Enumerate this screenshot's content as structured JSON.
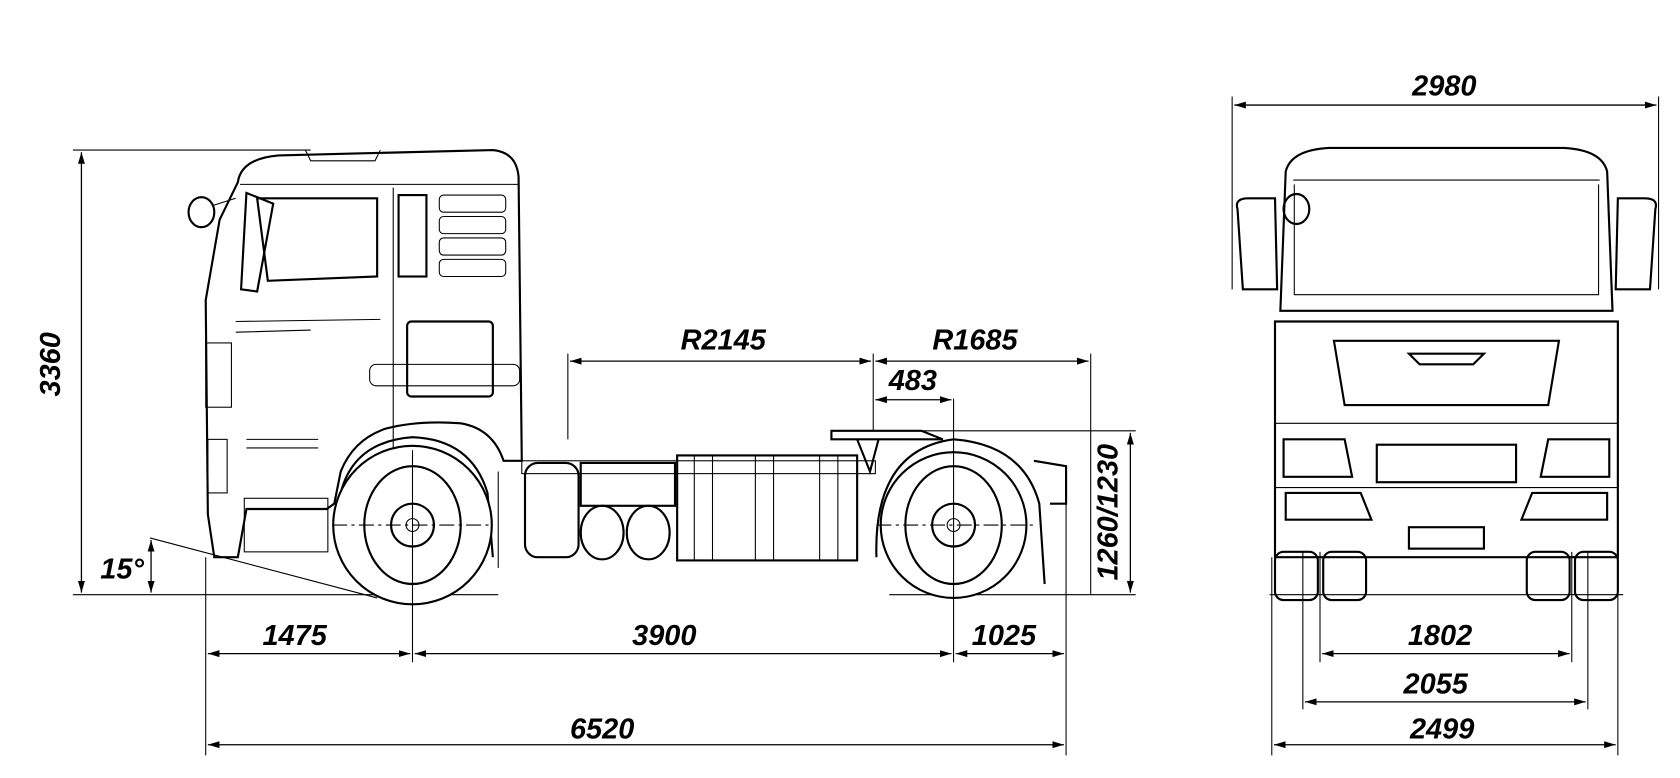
{
  "side_view": {
    "overall_height": "3360",
    "approach_angle": "15°",
    "front_overhang": "1475",
    "wheelbase": "3900",
    "rear_overhang": "1025",
    "overall_length": "6520",
    "front_swing_radius": "R2145",
    "rear_swing_radius": "R1685",
    "fifth_wheel_offset": "483",
    "fifth_wheel_height": "1260/1230"
  },
  "front_view": {
    "overall_width_mirrors": "2980",
    "rear_track": "1802",
    "front_track": "2055",
    "overall_width": "2499"
  }
}
